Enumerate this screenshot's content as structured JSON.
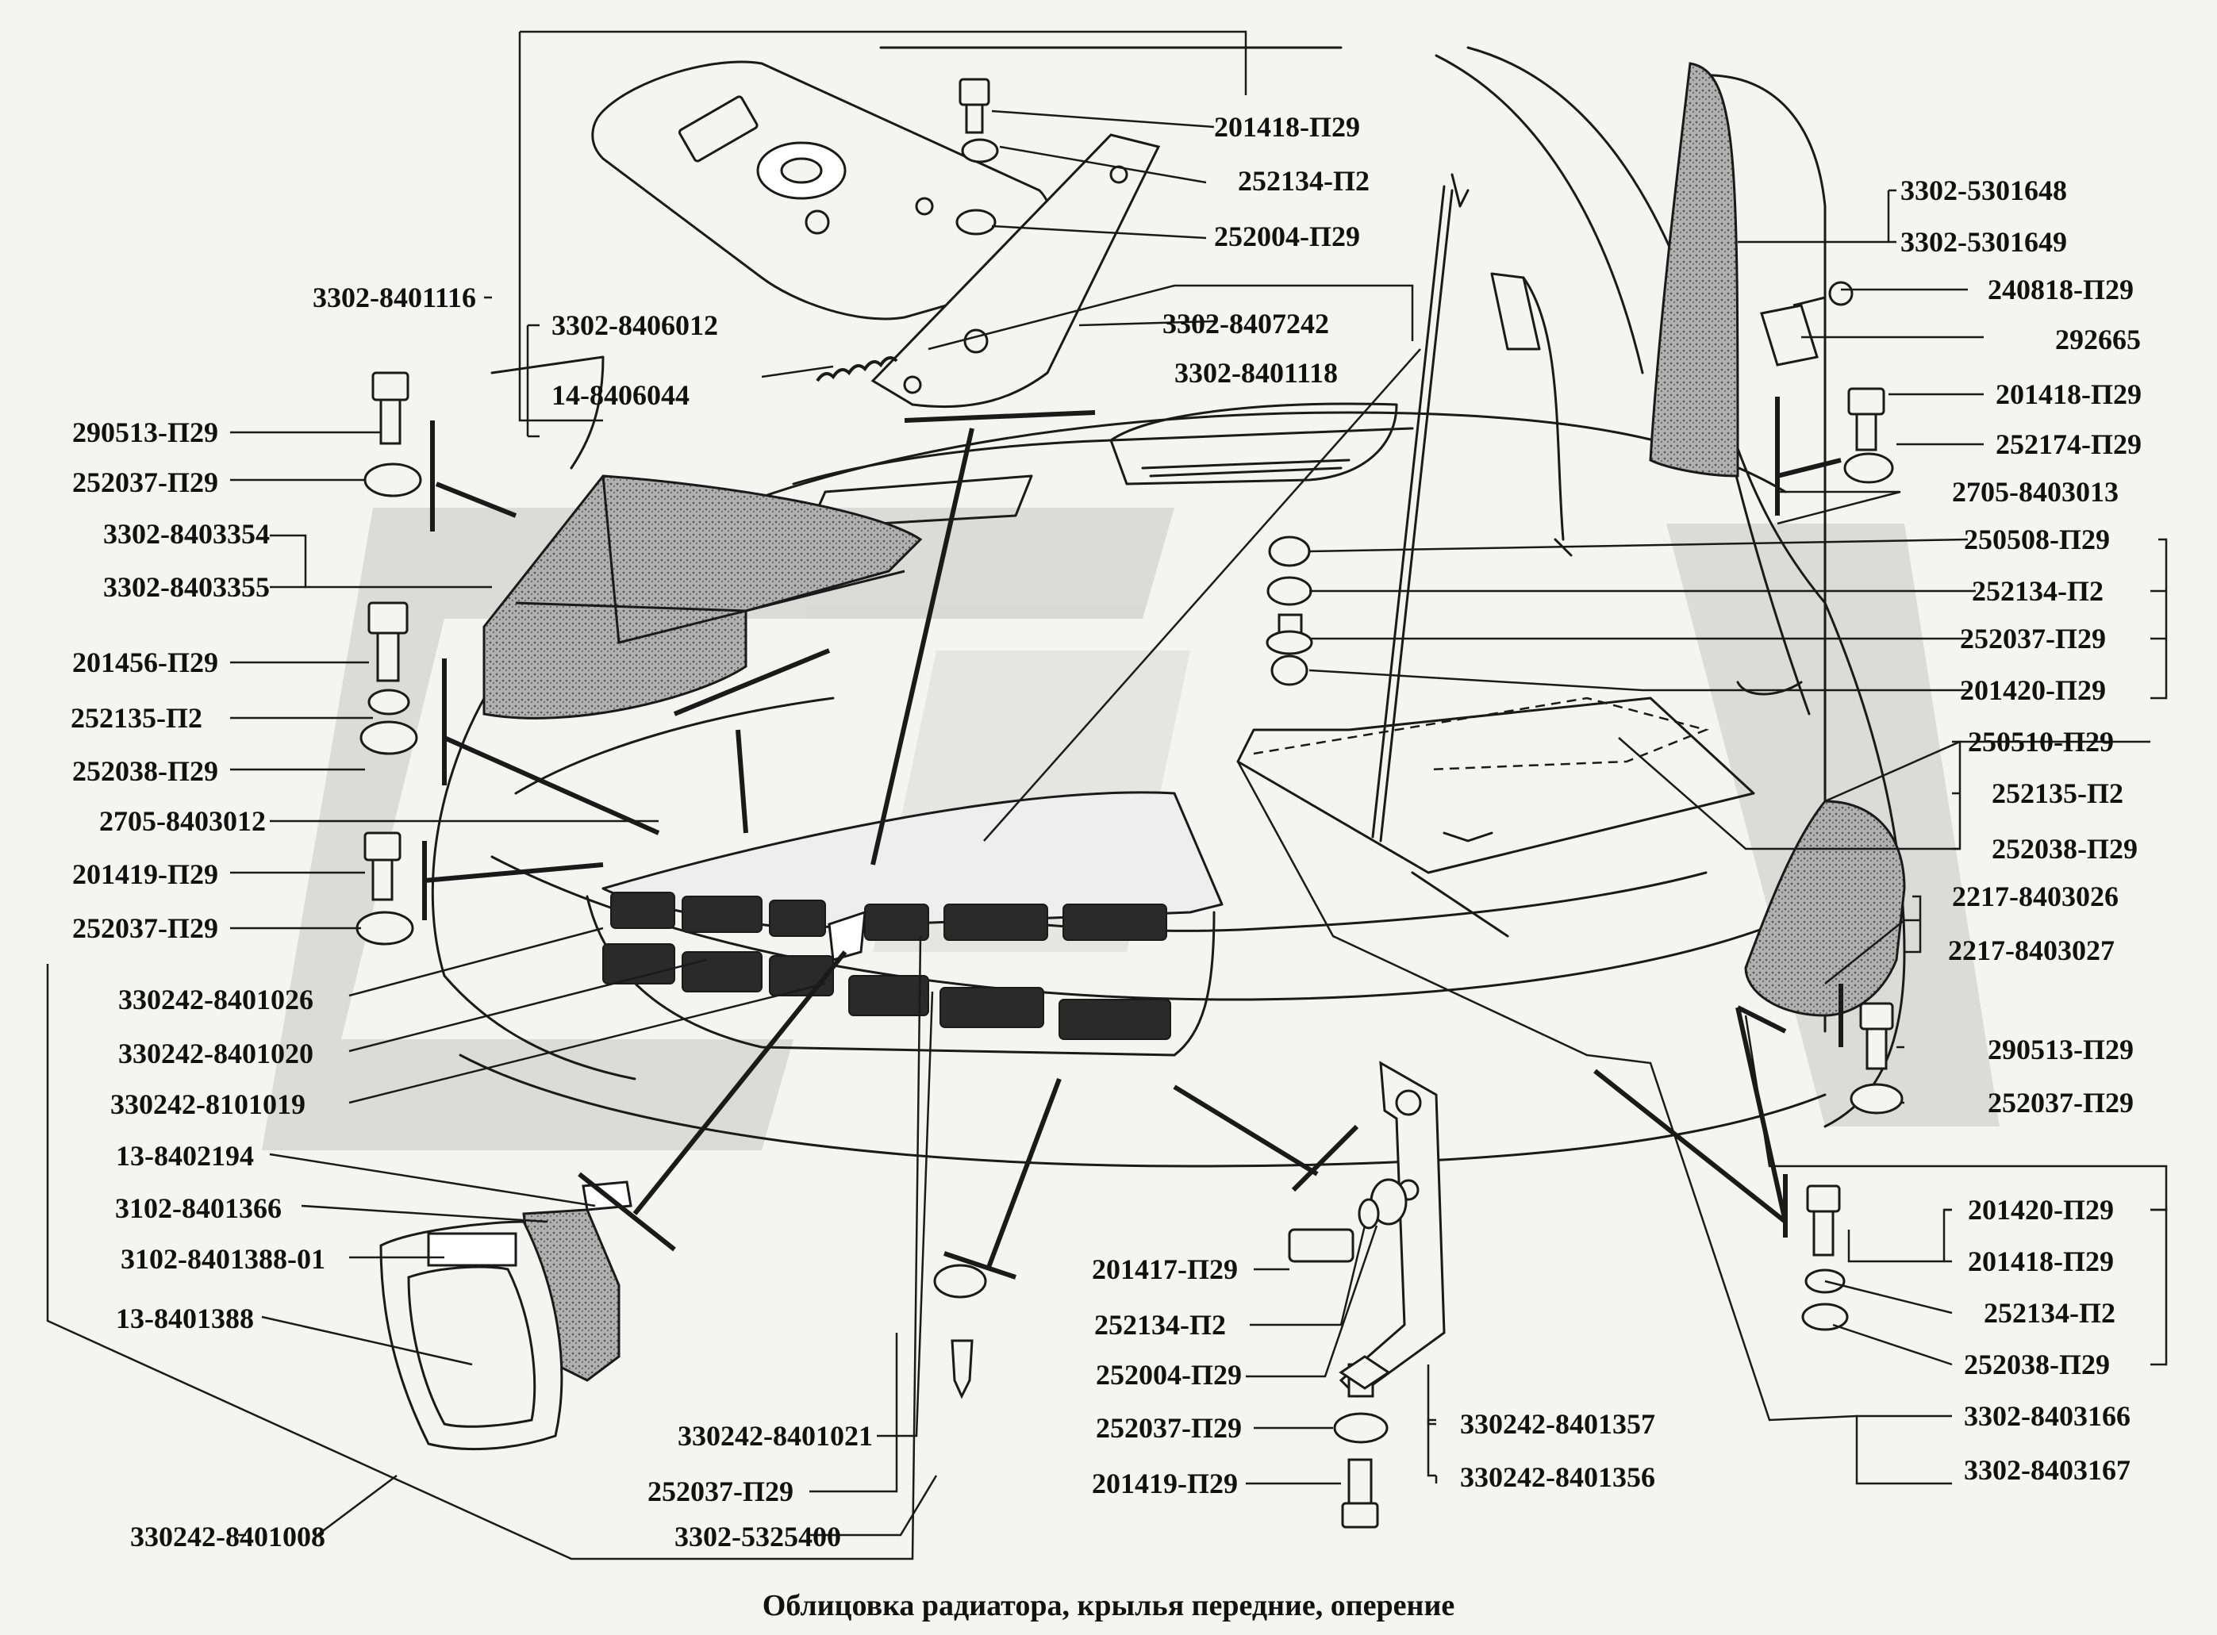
{
  "caption": "Облицовка радиатора, крылья передние, оперение",
  "parts": [
    "201418-П29",
    "252134-П2",
    "252004-П29",
    "3302-8401116",
    "3302-8406012",
    "14-8406044",
    "3302-8407242",
    "3302-8401118",
    "290513-П29",
    "252037-П29",
    "3302-8403354",
    "3302-8403355",
    "201456-П29",
    "252135-П2",
    "252038-П29",
    "2705-8403012",
    "201419-П29",
    "252037-П29",
    "330242-8401026",
    "330242-8401020",
    "330242-8101019",
    "13-8402194",
    "3102-8401366",
    "3102-8401388-01",
    "13-8401388",
    "330242-8401008",
    "330242-8401021",
    "252037-П29",
    "3302-5325400",
    "201417-П29",
    "252134-П2",
    "252004-П29",
    "252037-П29",
    "201419-П29",
    "330242-8401357",
    "330242-8401356",
    "3302-5301648",
    "3302-5301649",
    "240818-П29",
    "292665",
    "201418-П29",
    "252174-П29",
    "2705-8403013",
    "250508-П29",
    "252134-П2",
    "252037-П29",
    "201420-П29",
    "250510-П29",
    "252135-П2",
    "252038-П29",
    "2217-8403026",
    "2217-8403027",
    "290513-П29",
    "252037-П29",
    "201420-П29",
    "201418-П29",
    "252134-П2",
    "252038-П29",
    "3302-8403166",
    "3302-8403167"
  ],
  "colors": {
    "ink": "#1a1a1a",
    "paper": "#f4f4f2",
    "stipple": "#8e8e8e",
    "watermark": "#d6d6d4"
  }
}
